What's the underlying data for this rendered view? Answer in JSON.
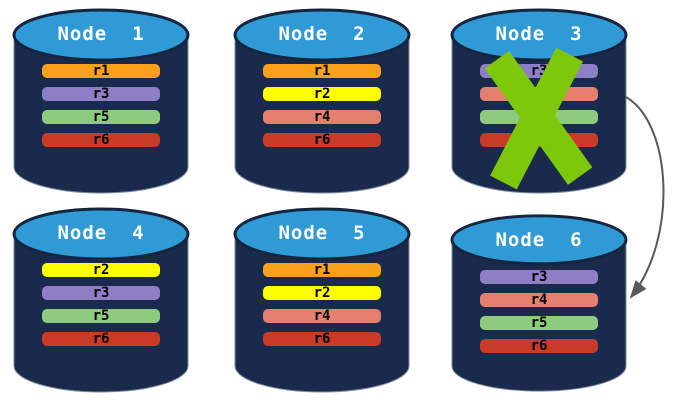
{
  "colors": {
    "background": "#FFFFFF",
    "cylinder_body": "#1A2A4C",
    "cylinder_outline": "#7E8CA0",
    "cylinder_top": "#2F9AD5",
    "cylinder_top_edge": "#14263F",
    "title_text": "#FFFFFF",
    "bar_text": "#000000"
  },
  "nodes": [
    {
      "title": "Node  1",
      "replicas": [
        {
          "label": "r1",
          "color": "#F9A11B"
        },
        {
          "label": "r3",
          "color": "#8D7EC6"
        },
        {
          "label": "r5",
          "color": "#8FCB7F"
        },
        {
          "label": "r6",
          "color": "#C93A27"
        }
      ]
    },
    {
      "title": "Node  2",
      "replicas": [
        {
          "label": "r1",
          "color": "#F9A11B"
        },
        {
          "label": "r2",
          "color": "#FEFE00"
        },
        {
          "label": "r4",
          "color": "#E5806E"
        },
        {
          "label": "r6",
          "color": "#C93A27"
        }
      ]
    },
    {
      "title": "Node  3",
      "replicas": [
        {
          "label": "r3",
          "color": "#8D7EC6"
        },
        {
          "label": "r4",
          "color": "#E5806E"
        },
        {
          "label": "r5",
          "color": "#8FCB7F"
        },
        {
          "label": "r6",
          "color": "#C93A27"
        }
      ]
    },
    {
      "title": "Node  4",
      "replicas": [
        {
          "label": "r2",
          "color": "#FEFE00"
        },
        {
          "label": "r3",
          "color": "#8D7EC6"
        },
        {
          "label": "r5",
          "color": "#8FCB7F"
        },
        {
          "label": "r6",
          "color": "#C93A27"
        }
      ]
    },
    {
      "title": "Node  5",
      "replicas": [
        {
          "label": "r1",
          "color": "#F9A11B"
        },
        {
          "label": "r2",
          "color": "#FEFE00"
        },
        {
          "label": "r4",
          "color": "#E5806E"
        },
        {
          "label": "r6",
          "color": "#C93A27"
        }
      ]
    },
    {
      "title": "Node  6",
      "replicas": [
        {
          "label": "r3",
          "color": "#8D7EC6"
        },
        {
          "label": "r4",
          "color": "#E5806E"
        },
        {
          "label": "r5",
          "color": "#8FCB7F"
        },
        {
          "label": "r6",
          "color": "#C93A27"
        }
      ]
    }
  ],
  "x_mark": {
    "color": "#7DC80A",
    "on_node": "Node  3"
  },
  "arrow": {
    "color": "#595959",
    "description": "curved arrow from Node 3 to Node 6"
  }
}
